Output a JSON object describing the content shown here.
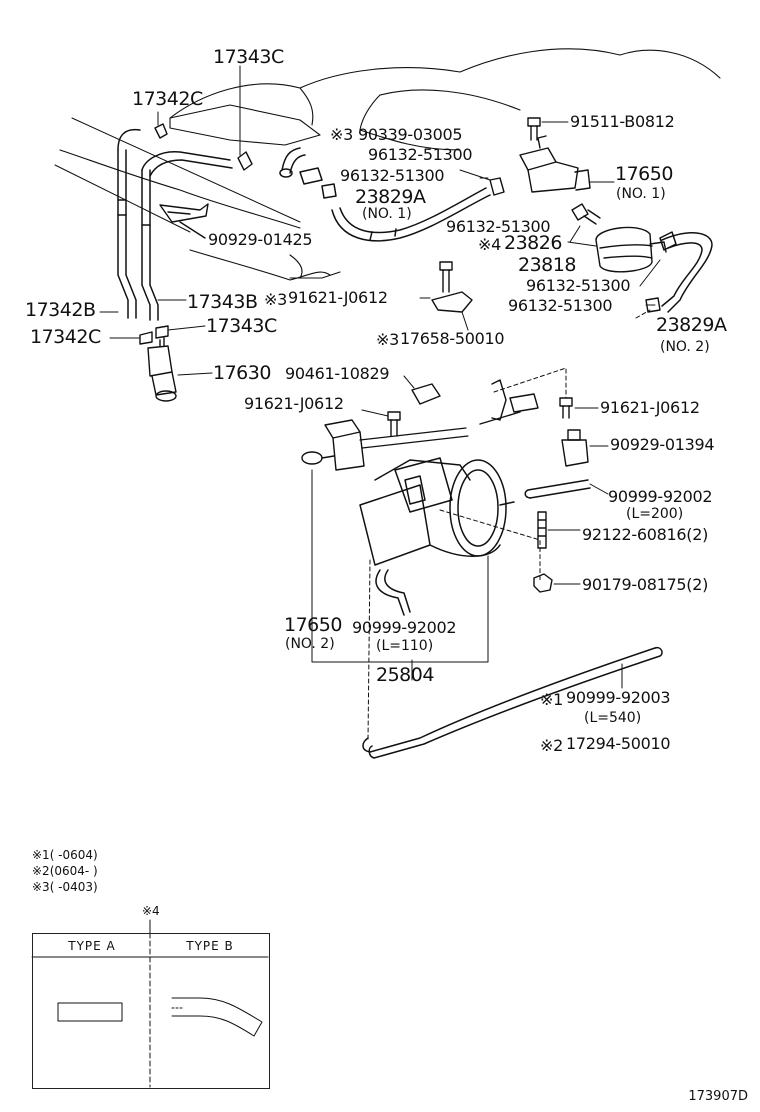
{
  "labels": {
    "p17343C_top": "17343C",
    "p17342C_top": "17342C",
    "p90339": "90339-03005",
    "p90339_mark": "※3",
    "p96132_a": "96132-51300",
    "p96132_b": "96132-51300",
    "p23829A_1": "23829A",
    "p23829A_1_sub": "(NO. 1)",
    "p90929_01425": "90929-01425",
    "p91511": "91511-B0812",
    "p17650_1": "17650",
    "p17650_1_sub": "(NO. 1)",
    "p96132_c": "96132-51300",
    "p23826": "23826",
    "p23826_mark": "※4",
    "p23818": "23818",
    "p96132_d": "96132-51300",
    "p96132_e": "96132-51300",
    "p23829A_2": "23829A",
    "p23829A_2_sub": "(NO. 2)",
    "p17342B": "17342B",
    "p17343B": "17343B",
    "p91621_a": "91621-J0612",
    "p91621_a_mark": "※3",
    "p17658": "17658-50010",
    "p17658_mark": "※3",
    "p17342C_bot": "17342C",
    "p17343C_bot": "17343C",
    "p17630": "17630",
    "p90461": "90461-10829",
    "p91621_b": "91621-J0612",
    "p91621_c": "91621-J0612",
    "p90929_01394": "90929-01394",
    "p90999_92002_a": "90999-92002",
    "p90999_92002_a_sub": "(L=200)",
    "p92122": "92122-60816(2)",
    "p90179": "90179-08175(2)",
    "p17650_2": "17650",
    "p17650_2_sub": "(NO. 2)",
    "p90999_92002_b": "90999-92002",
    "p90999_92002_b_sub": "(L=110)",
    "p25804": "25804",
    "p90999_92003": "90999-92003",
    "p90999_92003_mark": "※1",
    "p90999_92003_sub": "(L=540)",
    "p17294": "17294-50010",
    "p17294_mark": "※2"
  },
  "notes": {
    "n1": "※1(      -0604)",
    "n2": "※2(0604-      )",
    "n3": "※3(      -0403)"
  },
  "type_table": {
    "mark": "※4",
    "col_a": "TYPE A",
    "col_b": "TYPE B"
  },
  "footer": {
    "code": "173907D"
  }
}
